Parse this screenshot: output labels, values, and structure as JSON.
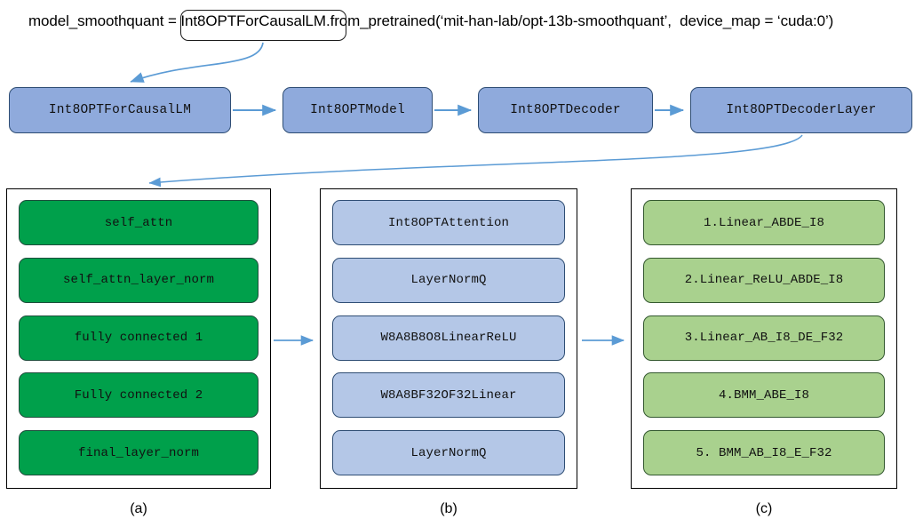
{
  "code": {
    "full": "model_smoothquant = Int8OPTForCausalLM.from_pretrained('mit-han-lab/opt-13b-smoothquant',  device_map = 'cuda:0')",
    "prefix": "model_smoothquant = ",
    "highlighted": "Int8OPTForCausalLM.f",
    "suffix": "rom_pretrained(‘mit-han-lab/opt-13b-smoothquant’,  device_map = ‘cuda:0’)"
  },
  "pipeline": {
    "nodes": [
      {
        "label": "Int8OPTForCausalLM"
      },
      {
        "label": "Int8OPTModel"
      },
      {
        "label": "Int8OPTDecoder"
      },
      {
        "label": "Int8OPTDecoderLayer"
      }
    ]
  },
  "panels": [
    {
      "caption": "(a)",
      "color": "#00A04B",
      "cells": [
        {
          "label": "self_attn"
        },
        {
          "label": "self_attn_layer_norm"
        },
        {
          "label": "fully connected 1"
        },
        {
          "label": "Fully connected 2"
        },
        {
          "label": "final_layer_norm"
        }
      ]
    },
    {
      "caption": "(b)",
      "color": "#B4C7E7",
      "cells": [
        {
          "label": "Int8OPTAttention"
        },
        {
          "label": "LayerNormQ"
        },
        {
          "label": "W8A8B8O8LinearReLU"
        },
        {
          "label": "W8A8BF32OF32Linear"
        },
        {
          "label": "LayerNormQ"
        }
      ]
    },
    {
      "caption": "(c)",
      "color": "#A9D18E",
      "cells": [
        {
          "label": "1.Linear_ABDE_I8"
        },
        {
          "label": "2.Linear_ReLU_ABDE_I8"
        },
        {
          "label": "3.Linear_AB_I8_DE_F32"
        },
        {
          "label": "4.BMM_ABE_I8"
        },
        {
          "label": "5. BMM_AB_I8_E_F32"
        }
      ]
    }
  ],
  "colors": {
    "node_fill": "#8FAADC",
    "node_stroke": "#2E4D74",
    "green_fill": "#00A04B",
    "blue_fill": "#B4C7E7",
    "light_green_fill": "#A9D18E",
    "arrow": "#5B9BD5",
    "panel_border": "#000000",
    "background": "#FFFFFF"
  }
}
